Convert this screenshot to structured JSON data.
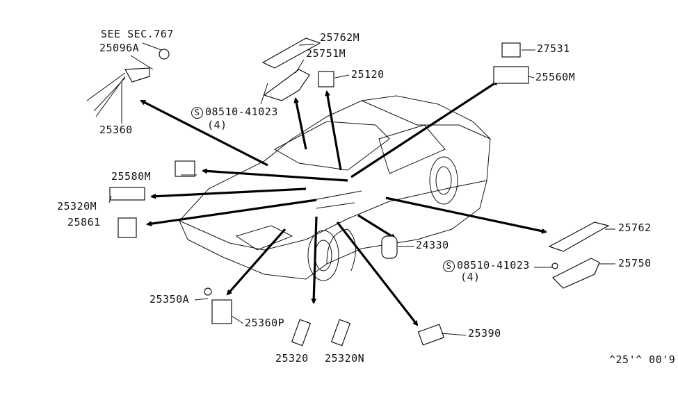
{
  "labels": {
    "see_sec": "SEE SEC.767",
    "p25096A": "25096A",
    "p25762M": "25762M",
    "p25751M": "25751M",
    "p25120": "25120",
    "p27531": "27531",
    "p25560M": "25560M",
    "screw_symbol": "S",
    "screw_1": "08510-41023",
    "screw_1_qty": "(4)",
    "p25360": "25360",
    "p25580M": "25580M",
    "p25320M": "25320M",
    "p25861": "25861",
    "p25762": "25762",
    "p24330": "24330",
    "screw_2": "08510-41023",
    "screw_2_qty": "(4)",
    "p25750": "25750",
    "p25350A": "25350A",
    "p25360P": "25360P",
    "p25390": "25390",
    "p25320": "25320",
    "p25320N": "25320N",
    "drawing_code": "^25'^ 00'9"
  }
}
